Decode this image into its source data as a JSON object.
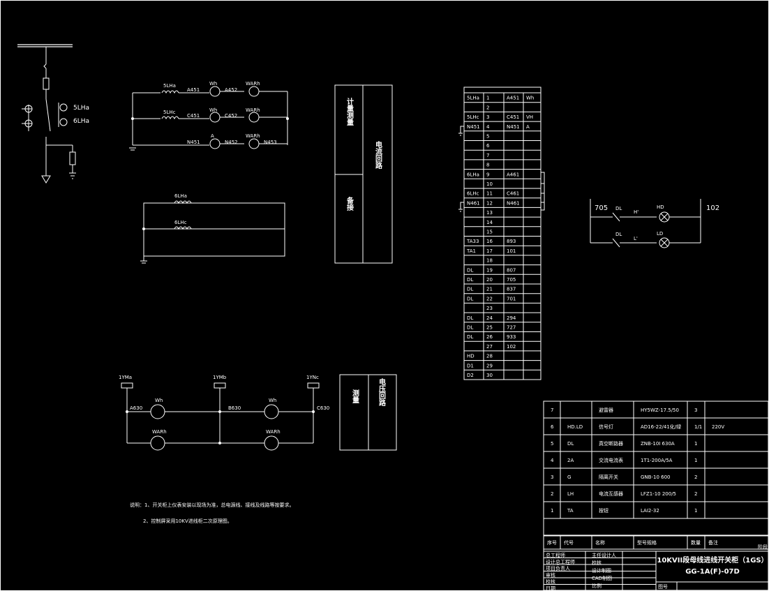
{
  "colors": {
    "background": "#000000",
    "line": "#ffffff"
  },
  "single_line": {
    "ct_labels": [
      "5LHa",
      "6LHa"
    ]
  },
  "metering_circuit": {
    "rows": [
      {
        "ct": "5LHa",
        "left": "A451",
        "m1": "Wh",
        "mid": "A452",
        "m2": "WARh"
      },
      {
        "ct": "5LHc",
        "left": "C451",
        "m1": "Wh",
        "mid": "C452",
        "m2": "WARh"
      },
      {
        "ct": "",
        "left": "N451",
        "m1": "A",
        "mid": "N452",
        "m2": "WARh",
        "right": "N453"
      }
    ]
  },
  "protection_ct": {
    "labels": [
      "6LHa",
      "6LHc"
    ]
  },
  "current_loop_title": {
    "left_top": "计量测量",
    "left_bottom": "备接",
    "right": "电流回路"
  },
  "voltage_circuit": {
    "terminals": [
      "1YMa",
      "1YMb",
      "1YNc"
    ],
    "wires": [
      "A630",
      "B630",
      "C630"
    ],
    "meters_top": [
      "Wh",
      "Wh"
    ],
    "meters_bottom": [
      "WARh",
      "WARh"
    ]
  },
  "voltage_loop_title": {
    "left": "测量",
    "right": "电压回路"
  },
  "terminal_block": {
    "rows": [
      [
        "5LHa",
        "1",
        "A451",
        "Wh"
      ],
      [
        "",
        "2",
        "",
        ""
      ],
      [
        "5LHc",
        "3",
        "C451",
        "VH"
      ],
      [
        "N451",
        "4",
        "N451",
        "A"
      ],
      [
        "",
        "5",
        "",
        ""
      ],
      [
        "",
        "6",
        "",
        ""
      ],
      [
        "",
        "7",
        "",
        ""
      ],
      [
        "",
        "8",
        "",
        ""
      ],
      [
        "6LHa",
        "9",
        "A461",
        ""
      ],
      [
        "",
        "10",
        "",
        ""
      ],
      [
        "6LHc",
        "11",
        "C461",
        ""
      ],
      [
        "N461",
        "12",
        "N461",
        ""
      ],
      [
        "",
        "13",
        "",
        ""
      ],
      [
        "",
        "14",
        "",
        ""
      ],
      [
        "",
        "15",
        "",
        ""
      ],
      [
        "TA33",
        "16",
        "893",
        ""
      ],
      [
        "TA1",
        "17",
        "101",
        ""
      ],
      [
        "",
        "18",
        "",
        ""
      ],
      [
        "DL",
        "19",
        "807",
        ""
      ],
      [
        "DL",
        "20",
        "705",
        ""
      ],
      [
        "DL",
        "21",
        "837",
        ""
      ],
      [
        "DL",
        "22",
        "701",
        ""
      ],
      [
        "",
        "23",
        "",
        ""
      ],
      [
        "DL",
        "24",
        "294",
        ""
      ],
      [
        "DL",
        "25",
        "727",
        ""
      ],
      [
        "DL",
        "26",
        "933",
        ""
      ],
      [
        "",
        "27",
        "102",
        ""
      ],
      [
        "HD",
        "28",
        "",
        ""
      ],
      [
        "D1",
        "29",
        "",
        ""
      ],
      [
        "D2",
        "30",
        "",
        ""
      ]
    ]
  },
  "signal_circuit": {
    "left": "705",
    "right": "102",
    "rows": [
      {
        "contact": "DL",
        "node": "H'",
        "lamp": "HD"
      },
      {
        "contact": "DL",
        "node": "L'",
        "lamp": "LD"
      }
    ]
  },
  "bom": {
    "rows": [
      [
        "7",
        "",
        "避雷器",
        "HY5WZ-17.5/50",
        "3",
        ""
      ],
      [
        "6",
        "HD.LD",
        "信号灯",
        "AD16-22/41化/绿",
        "1/1",
        "220V"
      ],
      [
        "5",
        "DL",
        "真空断路器",
        "ZNB-10I 630A",
        "1",
        ""
      ],
      [
        "4",
        "2A",
        "交流电流表",
        "1T1-200A/5A",
        "1",
        ""
      ],
      [
        "3",
        "G",
        "隔离开关",
        "GNB-10 600",
        "2",
        ""
      ],
      [
        "2",
        "LH",
        "电流互感器",
        "LFZ1-10 200/5",
        "2",
        ""
      ],
      [
        "1",
        "TA",
        "按钮",
        "LAI2-32",
        "1",
        ""
      ]
    ],
    "header": [
      "序号",
      "代号",
      "名称",
      "型号规格",
      "数量",
      "备注"
    ]
  },
  "notes": {
    "line1": "说明：1、开关柜上仪表安装以现场为准，总电源线、接线及线路等按要求。",
    "line2": "2、控制屏采用10KV进线柜二次原理图。"
  },
  "title_block": {
    "left_labels": [
      "总工程师",
      "设计总工程师",
      "项目负责人",
      "审核",
      "校核",
      "日期"
    ],
    "mid_labels": [
      "主任设计人",
      "校核",
      "设计制图",
      "CAD制图",
      "比例"
    ],
    "title": "10KVII段母线进线开关柜（1GS）",
    "drawing_no": "GG-1A(F)-07D",
    "corner": "阶段",
    "sheet_label": "图号"
  }
}
